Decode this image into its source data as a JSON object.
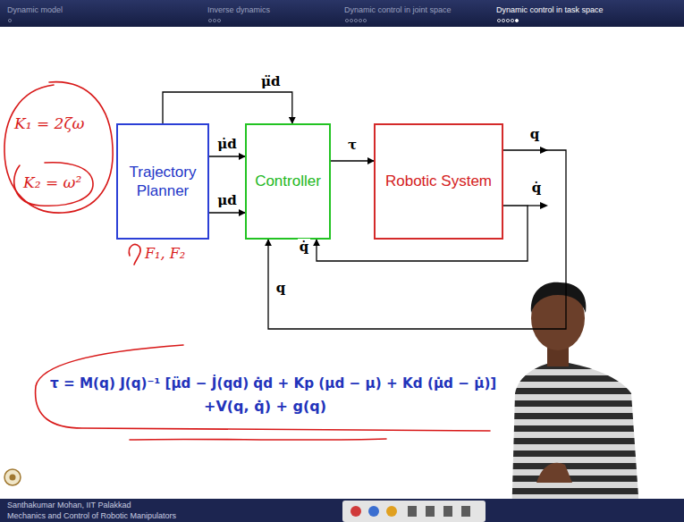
{
  "diagram": {
    "nodes": [
      {
        "text": [
          "Trajectory Planner"
        ]
      },
      {
        "text": [
          "Controller"
        ]
      },
      {
        "text": [
          "Robotic System"
        ]
      }
    ],
    "edges": [
      {
        "from": 0,
        "to": 1,
        "label": "μ̈d",
        "arrow": "to"
      },
      {
        "from": 0,
        "to": 1,
        "label": "μ̇d",
        "arrow": "to"
      },
      {
        "from": 0,
        "to": 1,
        "label": "μd",
        "arrow": "to"
      },
      {
        "from": 1,
        "to": 2,
        "label": "τ",
        "arrow": "to"
      },
      {
        "from": 2,
        "to": 1,
        "label": "q",
        "arrow": "to"
      },
      {
        "from": 2,
        "to": 1,
        "label": "q̇",
        "arrow": "to"
      }
    ],
    "labels": [
      "Dynamic model",
      "Inverse dynamics",
      "Dynamic control in joint space",
      "Dynamic control in task space",
      "q",
      "q̇",
      "τ = M(q) J(q)⁻¹ [μ̈d − J̇(qd) q̇d + Kp (μd − μ) + Kd (μ̇d − μ̇)]",
      "+V(q, q̇) + g(q)",
      "K₁ = 2ζω",
      "K₂ = ω²",
      "F₁, F₂",
      "Santhakumar Mohan, IIT Palakkad",
      "Mechanics and Control of Robotic Manipulators"
    ]
  }
}
